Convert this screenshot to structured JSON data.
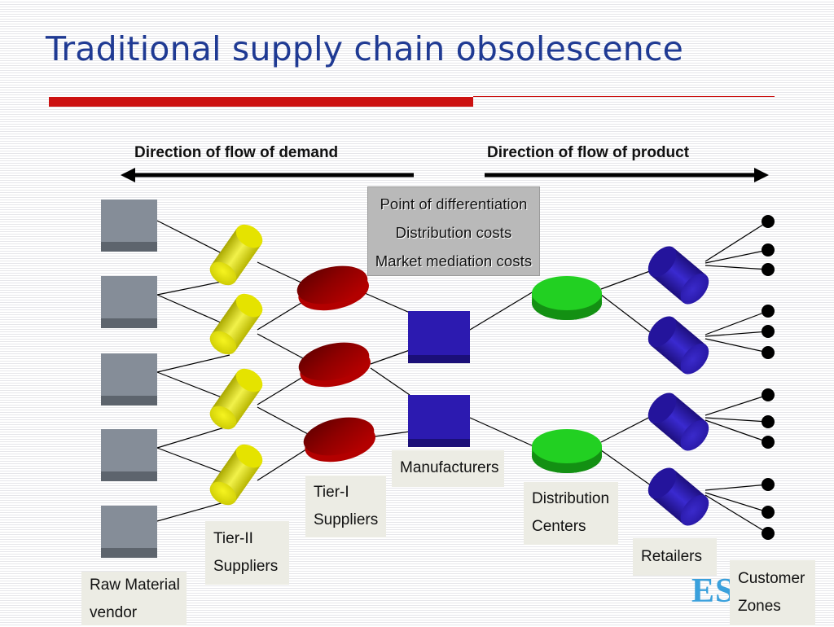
{
  "title": "Traditional supply chain obsolescence",
  "flow": {
    "demand_label": "Direction of flow of demand",
    "product_label": "Direction of flow of product"
  },
  "callout": {
    "lines": [
      "Point of differentiation",
      "Distribution costs",
      "Market mediation costs"
    ]
  },
  "labels": {
    "raw_material": [
      "Raw Material",
      "vendor"
    ],
    "tier2": [
      "Tier-II",
      "Suppliers"
    ],
    "tier1": [
      "Tier-I",
      "Suppliers"
    ],
    "manufacturers": [
      "Manufacturers"
    ],
    "distribution": [
      "Distribution",
      "Centers"
    ],
    "retailers": [
      "Retailers"
    ],
    "customer": [
      "Customer",
      "Zones"
    ]
  },
  "logo_text": "ES",
  "colors": {
    "title": "#1f3a93",
    "accent_rule": "#cc1111",
    "raw_material": "#7d8590",
    "tier2": "#d8d800",
    "tier1": "#b00000",
    "manufacturers": "#2a1aa8",
    "distribution": "#22cc22",
    "retailers": "#2a1ab8",
    "customer": "#000000"
  }
}
